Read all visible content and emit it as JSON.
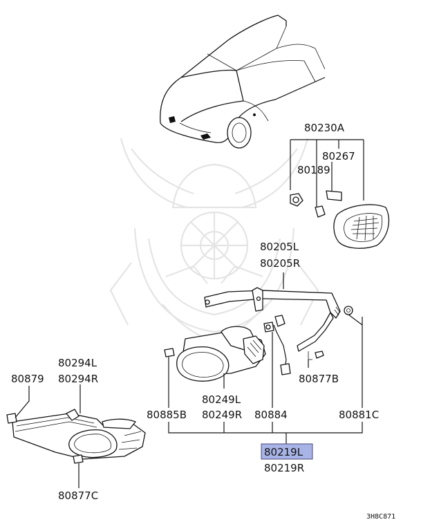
{
  "highlight_color": "#a8b3e6",
  "watermark_icon": "samurai-helmet-watermark",
  "labels": {
    "l80230A": "80230A",
    "l80267": "80267",
    "l80189": "80189",
    "l80205L": "80205L",
    "l80205R": "80205R",
    "l80294L": "80294L",
    "l80294R": "80294R",
    "l80879": "80879",
    "l80877B": "80877B",
    "l80249L": "80249L",
    "l80249R": "80249R",
    "l80885B": "80885B",
    "l80884": "80884",
    "l80881C": "80881C",
    "l80219L": "80219L",
    "l80219R": "80219R",
    "l80877C": "80877C"
  },
  "diagram_code": "3H8C871"
}
